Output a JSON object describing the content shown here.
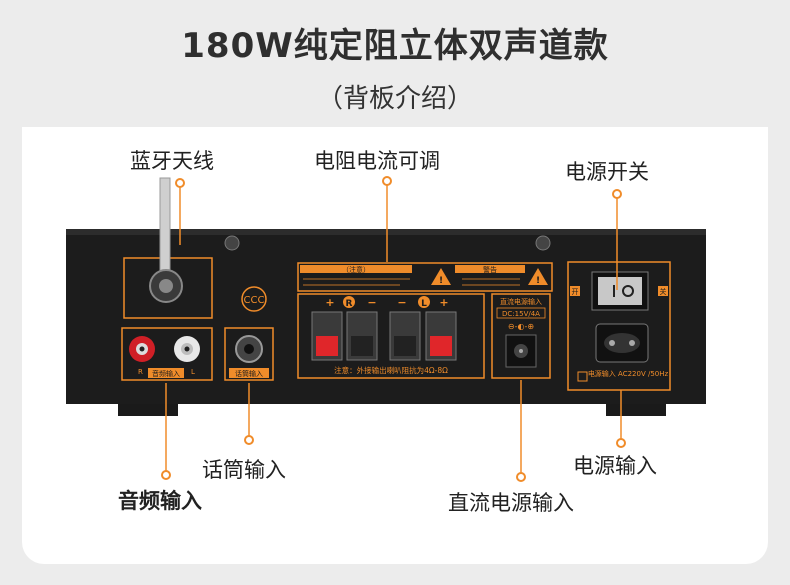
{
  "header": {
    "title": "180W纯定阻立体双声道款",
    "subtitle": "（背板介绍）"
  },
  "callouts": {
    "antenna": "蓝牙天线",
    "resistance": "电阻电流可调",
    "power_switch": "电源开关",
    "audio_in": "音频输入",
    "mic_in": "话筒输入",
    "dc_in": "直流电源输入",
    "power_in": "电源输入"
  },
  "device": {
    "notice_title": "（注意）",
    "warning_title": "警告",
    "terminal_signs": [
      "+",
      "R",
      "−",
      "−",
      "L",
      "+"
    ],
    "speaker_note": "注意：外接输出喇叭阻抗为4Ω-8Ω",
    "dc_label": "直流电源输入",
    "dc_rating": "DC:15V/4A",
    "audio_label": "音频输入",
    "mic_label": "话筒输入",
    "power_rating": "电源输入 AC220V /50Hz",
    "switch_on": "开",
    "switch_off": "关",
    "rca_r": "R",
    "rca_l": "L"
  },
  "colors": {
    "accent": "#f08c2a",
    "chassis": "#1c1c1c",
    "terminal_red": "#e0262a"
  }
}
